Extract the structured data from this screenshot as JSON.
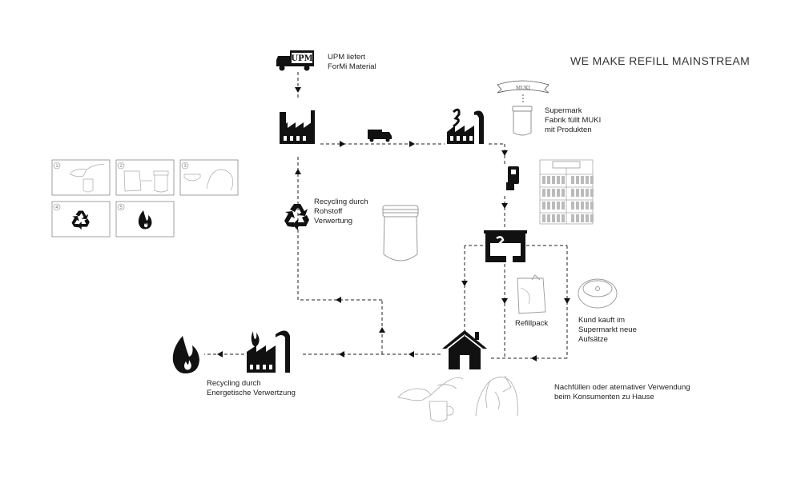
{
  "title": "WE MAKE REFILL MAINSTREAM",
  "labels": {
    "upm": [
      "UPM liefert",
      "ForMi Material"
    ],
    "supermarket_factory": [
      "Supermark",
      "Fabrik füllt MUKI",
      "mit Produkten"
    ],
    "recycling_raw": [
      "Recycling durch",
      "Rohstoff",
      "Verwertung"
    ],
    "refillpack": [
      "Refillpack"
    ],
    "customer_buys": [
      "Kund kauft im",
      "Supermarkt neue",
      "Aufsätze"
    ],
    "refill_home": [
      "Nachfüllen oder aternativer Verwendung",
      "beim Konsumenten zu Hause"
    ],
    "recycling_energy": [
      "Recycling durch",
      "Energetische Verwertzung"
    ]
  },
  "truck_sign": "UPM",
  "legend_numbers": [
    "1",
    "2",
    "3",
    "4",
    "5"
  ],
  "colors": {
    "ink": "#111111",
    "line": "#222222",
    "light": "#9a9a9a"
  },
  "icons": [
    "truck-icon",
    "factory-icon",
    "supermarket-factory-icon",
    "jar-icon",
    "dispenser-icon",
    "shelf-icon",
    "store-icon",
    "house-icon",
    "recycle-icon",
    "fire-icon",
    "refillpack-icon",
    "lid-icon"
  ]
}
